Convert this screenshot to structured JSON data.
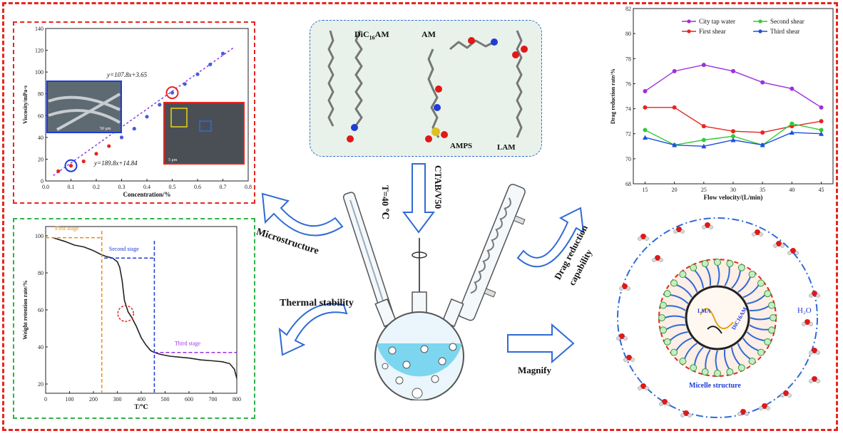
{
  "labels": {
    "microstructure": "Microstructure",
    "thermal_stability": "Thermal stability",
    "drag_reduction": "Drag reduction",
    "capability": "capability",
    "magnify": "Magnify",
    "temp": "T=40 ℃",
    "ctab": "CTAB/V50"
  },
  "molecules": {
    "dic": "DiC",
    "dic_sub": "16",
    "dic_suffix": "AM",
    "am": "AM",
    "amps": "AMPS",
    "lam": "LAM"
  },
  "micelle": {
    "lma": "LMA",
    "dic": "DiC16AM",
    "h2o": "H₂O",
    "structure": "Micelle structure"
  },
  "chart_data": [
    {
      "type": "scatter",
      "xlabel": "Concentration/%",
      "ylabel": "Viscosity/mPa·s",
      "xlim": [
        0.0,
        0.8
      ],
      "ylim": [
        0,
        140
      ],
      "xticks": [
        "0.0",
        "0.1",
        "0.2",
        "0.3",
        "0.4",
        "0.5",
        "0.6",
        "0.7",
        "0.8"
      ],
      "yticks": [
        "0",
        "20",
        "40",
        "60",
        "80",
        "100",
        "120",
        "140"
      ],
      "series": [
        {
          "points": [
            [
              0.05,
              9
            ],
            [
              0.1,
              14
            ],
            [
              0.15,
              18
            ],
            [
              0.2,
              25
            ],
            [
              0.25,
              32
            ],
            [
              0.3,
              40
            ],
            [
              0.35,
              48
            ],
            [
              0.4,
              59
            ],
            [
              0.45,
              70
            ],
            [
              0.5,
              81
            ],
            [
              0.55,
              89
            ],
            [
              0.6,
              98
            ],
            [
              0.65,
              107
            ],
            [
              0.7,
              117
            ]
          ]
        }
      ],
      "annotations": [
        "y=107.8x+3.65",
        "y=189.8x+14.84"
      ],
      "inset_labels": [
        "50 μm",
        "5 μm"
      ]
    },
    {
      "type": "line",
      "xlabel": "T/℃",
      "ylabel": "Weight retention rate/%",
      "xlim": [
        0,
        800
      ],
      "ylim": [
        15,
        105
      ],
      "xticks": [
        "0",
        "100",
        "200",
        "300",
        "400",
        "500",
        "600",
        "700",
        "800"
      ],
      "yticks": [
        "20",
        "40",
        "60",
        "80",
        "100"
      ],
      "stages": [
        "First stage",
        "Second stage",
        "Third stage"
      ],
      "stage_markers": [
        235,
        455
      ],
      "series": [
        {
          "x": [
            30,
            80,
            120,
            160,
            200,
            230,
            250,
            280,
            300,
            310,
            320,
            330,
            345,
            360,
            380,
            400,
            420,
            440,
            455,
            480,
            520,
            560,
            600,
            650,
            700,
            740,
            770,
            790,
            800
          ],
          "y": [
            99,
            97,
            95,
            94,
            92,
            90,
            89,
            88,
            86,
            83,
            76,
            65,
            59,
            56,
            51,
            45,
            41,
            38,
            37,
            36,
            35,
            34.5,
            34,
            33,
            32.5,
            32,
            31,
            28,
            23
          ]
        }
      ]
    },
    {
      "type": "line",
      "xlabel": "Flow velocity/(L/min)",
      "ylabel": "Drag reduction rate/%",
      "xlim": [
        13,
        47
      ],
      "ylim": [
        68,
        82
      ],
      "xticks": [
        "15",
        "20",
        "25",
        "30",
        "35",
        "40",
        "45"
      ],
      "yticks": [
        "68",
        "70",
        "72",
        "74",
        "76",
        "78",
        "80",
        "82"
      ],
      "categories": [
        15,
        20,
        25,
        30,
        35,
        40,
        45
      ],
      "series": [
        {
          "name": "City tap water",
          "color": "#9b30e0",
          "values": [
            75.4,
            77.0,
            77.5,
            77.0,
            76.1,
            75.6,
            74.1
          ]
        },
        {
          "name": "First shear",
          "color": "#e8241f",
          "values": [
            74.1,
            74.1,
            72.6,
            72.2,
            72.1,
            72.6,
            73.0
          ]
        },
        {
          "name": "Second shear",
          "color": "#33cc33",
          "values": [
            72.3,
            71.1,
            71.5,
            71.8,
            71.1,
            72.8,
            72.3
          ]
        },
        {
          "name": "Third shear",
          "color": "#1f4fe0",
          "values": [
            71.7,
            71.1,
            71.0,
            71.5,
            71.1,
            72.1,
            72.0
          ]
        }
      ]
    }
  ]
}
